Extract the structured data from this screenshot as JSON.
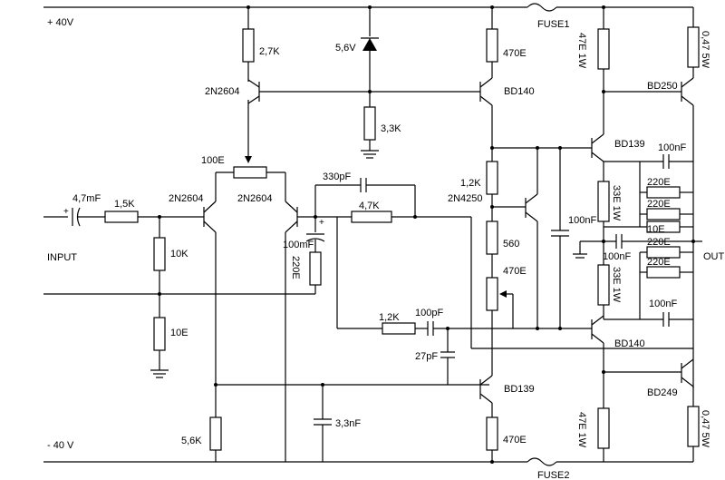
{
  "rails": {
    "pos": "+ 40V",
    "neg": "- 40 V",
    "input": "INPUT",
    "output": "OUT"
  },
  "fuses": {
    "f1": "FUSE1",
    "f2": "FUSE2"
  },
  "transistors": {
    "q_top_left": "2N2604",
    "q_in_left": "2N2604",
    "q_in_right": "2N2604",
    "q_vas": "2N4250",
    "q_bd140_top": "BD140",
    "q_bd139_drv": "BD139",
    "q_bd250": "BD250",
    "q_bd140_drv": "BD140",
    "q_bd139_bot": "BD139",
    "q_bd249": "BD249"
  },
  "diode": "5,6V",
  "resistors": {
    "r_2k7": "2,7K",
    "r_3k3": "3,3K",
    "r_470_top": "470E",
    "r_1k5": "1,5K",
    "r_10k": "10K",
    "r_10e_in": "10E",
    "r_100e": "100E",
    "r_220e_fb": "220E",
    "r_4k7": "4,7K",
    "r_1k2_top": "1,2K",
    "r_560": "560",
    "r_470_pot": "470E",
    "r_1k2_bot": "1,2K",
    "r_470_bot": "470E",
    "r_5k6": "5,6K",
    "r_47e_top": "47E 1W",
    "r_047_top": "0,47 5W",
    "r_33e_top": "33E 1W",
    "r_220e_1": "220E",
    "r_220e_2": "220E",
    "r_10e_out": "10E",
    "r_220e_3": "220E",
    "r_220e_4": "220E",
    "r_33e_bot": "33E 1W",
    "r_47e_bot": "47E 1W",
    "r_047_bot": "0,47 5W"
  },
  "capacitors": {
    "c_in": "4,7mF",
    "c_330p": "330pF",
    "c_100mF": "100mF",
    "c_100p": "100pF",
    "c_27p": "27pF",
    "c_3n3": "3,3nF",
    "c_100n_vas": "100nF",
    "c_100n_top": "100nF",
    "c_100n_out": "100nF",
    "c_100n_bot": "100nF"
  }
}
